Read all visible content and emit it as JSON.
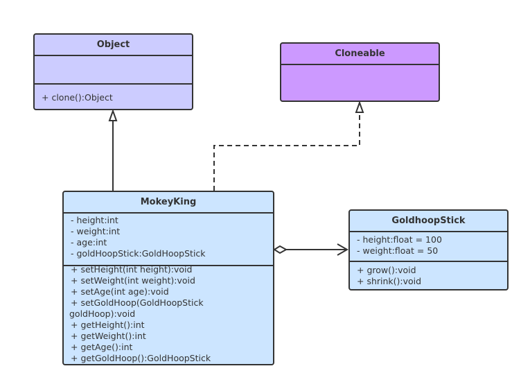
{
  "colors": {
    "object": "#ccccff",
    "cloneable": "#cc99ff",
    "class": "#cce5ff",
    "line": "#333333"
  },
  "classes": {
    "object": {
      "name": "Object",
      "attributes": [],
      "methods": [
        "+ clone():Object"
      ]
    },
    "cloneable": {
      "name": "Cloneable",
      "attributes": [],
      "methods": []
    },
    "monkey": {
      "name": "MokeyKing",
      "attributes": [
        "- height:int",
        "- weight:int",
        "- age:int",
        "- goldHoopStick:GoldHoopStick"
      ],
      "methods": [
        "+ setHeight(int height):void",
        "+ setWeight(int weight):void",
        "+ setAge(int age):void",
        "+ setGoldHoop(GoldHoopStick",
        "goldHoop):void",
        "+ getHeight():int",
        "+ getWeight():int",
        "+ getAge():int",
        "+ getGoldHoop():GoldHoopStick"
      ]
    },
    "stick": {
      "name": "GoldhoopStick",
      "attributes": [
        "- height:float = 100",
        "- weight:float = 50"
      ],
      "methods": [
        "+ grow():void",
        "+ shrink():void"
      ]
    }
  },
  "relations": [
    {
      "type": "generalization",
      "from": "MokeyKing",
      "to": "Object"
    },
    {
      "type": "realization",
      "from": "MokeyKing",
      "to": "Cloneable"
    },
    {
      "type": "aggregation",
      "from": "MokeyKing",
      "to": "GoldhoopStick"
    }
  ]
}
